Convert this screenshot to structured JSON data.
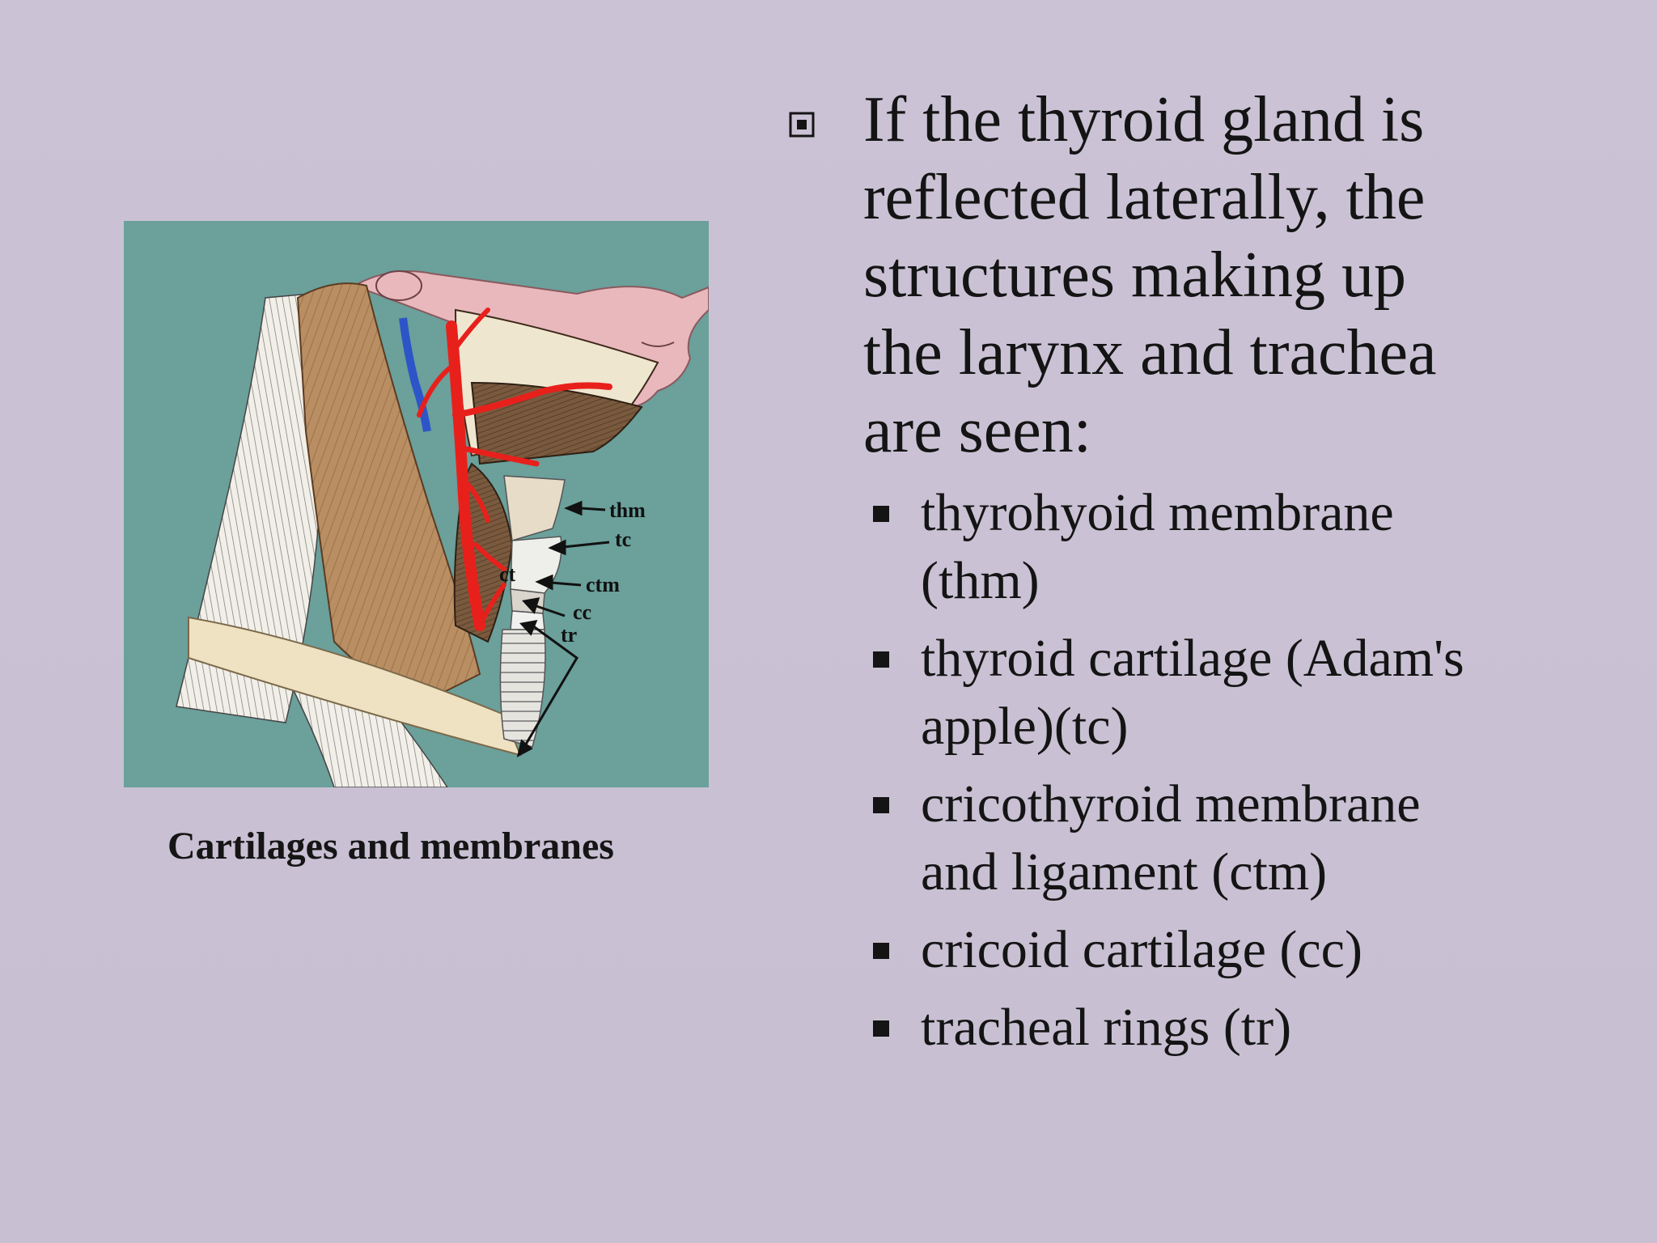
{
  "figure": {
    "labels": {
      "thm": "thm",
      "tc": "tc",
      "ctm": "ctm",
      "cc": "cc",
      "tr": "tr",
      "ct": "ct"
    },
    "caption": "Cartilages and membranes"
  },
  "content": {
    "main_bullet_icon": "boxed-square-bullet",
    "main_lines": [
      "If the thyroid gland is",
      "reflected laterally, the",
      "structures making up",
      "the larynx and trachea",
      "are seen:"
    ],
    "sub_items": [
      {
        "lines": [
          "thyrohyoid membrane",
          "(thm)"
        ]
      },
      {
        "lines": [
          "thyroid cartilage (Adam's",
          "apple)(tc)"
        ]
      },
      {
        "lines": [
          "cricothyroid membrane",
          "and ligament (ctm)"
        ]
      },
      {
        "lines": [
          "cricoid cartilage (cc)"
        ]
      },
      {
        "lines": [
          "tracheal rings (tr)"
        ]
      }
    ]
  },
  "colors": {
    "background": "#c9c0d3",
    "figure_background": "#6fa59f",
    "artery": "#e8201c",
    "skin": "#e9b8bd",
    "muscle": "#b88d62",
    "text": "#141414"
  }
}
